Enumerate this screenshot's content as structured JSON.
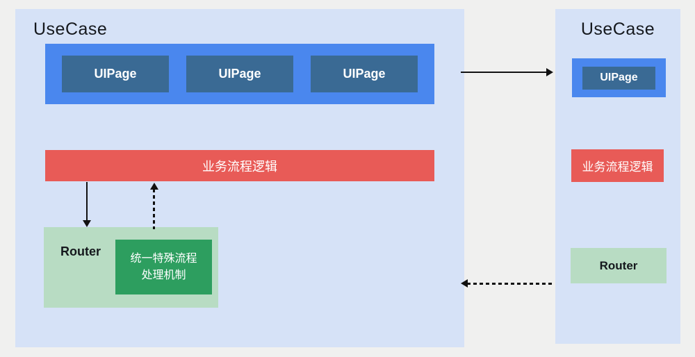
{
  "left_usecase": {
    "title": "UseCase",
    "uipages": [
      "UIPage",
      "UIPage",
      "UIPage"
    ],
    "business_logic": "业务流程逻辑",
    "router": {
      "label": "Router",
      "mechanism_line1": "统一特殊流程",
      "mechanism_line2": "处理机制"
    }
  },
  "right_usecase": {
    "title": "UseCase",
    "uipage": "UIPage",
    "business_logic": "业务流程逻辑",
    "router_label": "Router"
  },
  "colors": {
    "page_background": "#f0f0ef",
    "usecase_panel": "#d6e2f7",
    "uipage_container_blue": "#4a87ee",
    "uipage_box_blue": "#3a6a94",
    "business_logic_red": "#e85b57",
    "router_green_light": "#b8dcc3",
    "mechanism_green_dark": "#2d9e5f",
    "arrow_black": "#111111"
  }
}
